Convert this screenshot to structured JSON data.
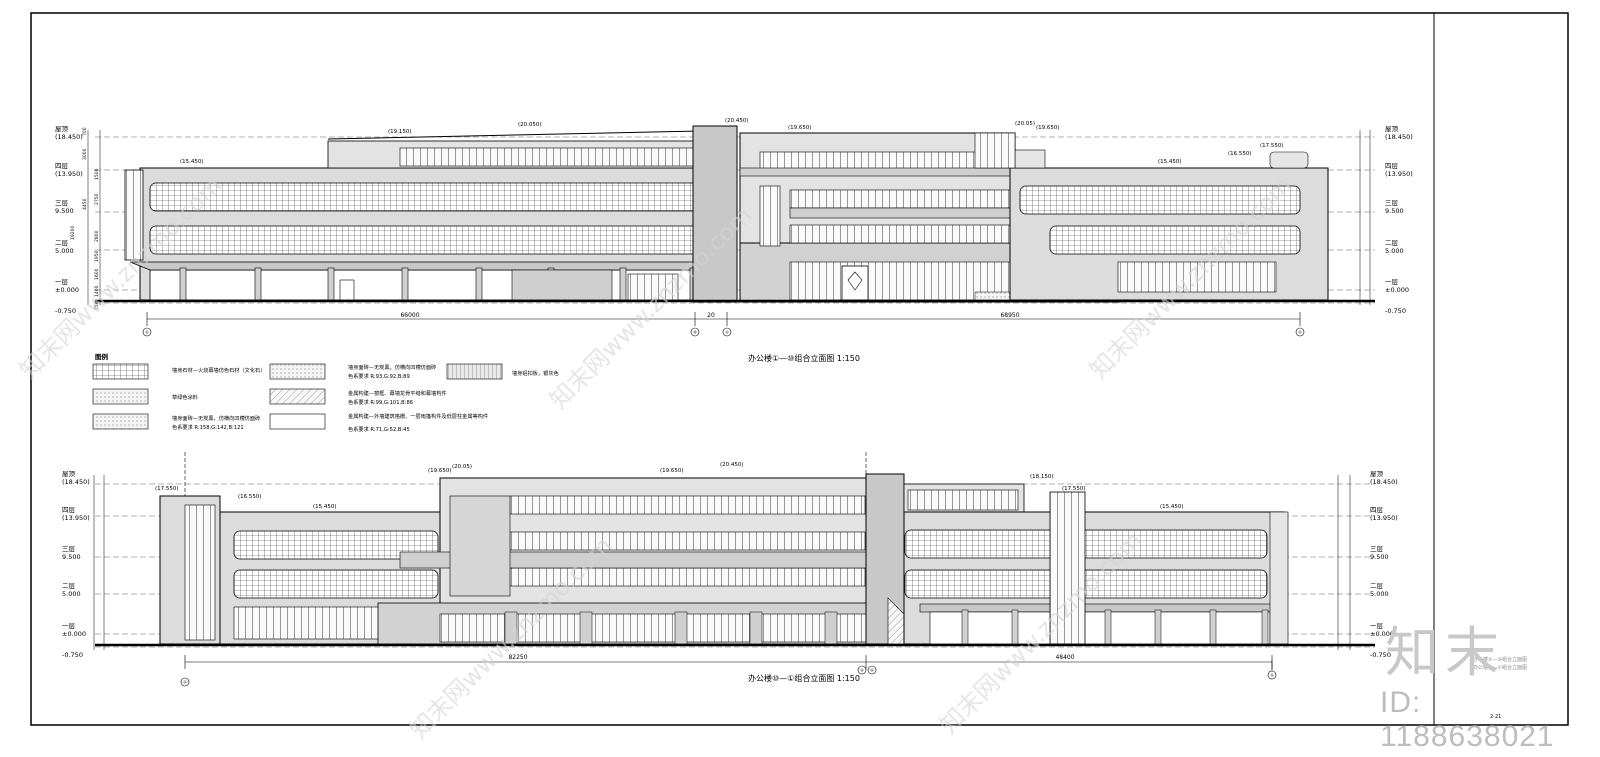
{
  "drawing": {
    "sheet_number": "2-21",
    "elevation_top": {
      "title": "办公楼①—⑩组合立面图 1:150",
      "overall_dims": [
        "66000",
        "20",
        "68950"
      ],
      "axis_labels": [
        "①",
        "⑨",
        "①",
        "①"
      ],
      "levels_left": [
        {
          "name": "屋顶",
          "elev": "(18.450)"
        },
        {
          "name": "四层",
          "elev": "(13.950)"
        },
        {
          "name": "三层",
          "elev": "9.500"
        },
        {
          "name": "二层",
          "elev": "5.000"
        },
        {
          "name": "一层",
          "elev": "±0.000"
        },
        {
          "name": "",
          "elev": "-0.750"
        }
      ],
      "levels_right": [
        {
          "name": "屋顶",
          "elev": "(18.450)"
        },
        {
          "name": "四层",
          "elev": "(13.950)"
        },
        {
          "name": "三层",
          "elev": "9.500"
        },
        {
          "name": "二层",
          "elev": "5.000"
        },
        {
          "name": "一层",
          "elev": "±0.000"
        },
        {
          "name": "",
          "elev": "-0.750"
        }
      ],
      "height_tags": [
        "(15.450)",
        "(19.150)",
        "(20.050)",
        "(20.450)",
        "(19.650)",
        "(20.05)",
        "(19.650)",
        "(16.550)",
        "(17.550)",
        "(15.450)"
      ],
      "vertical_dims": [
        "700",
        "3000",
        "1500",
        "2750",
        "4450",
        "2800",
        "1950",
        "19200",
        "1600",
        "1400",
        "750"
      ]
    },
    "elevation_bottom": {
      "title": "办公楼⑩—①组合立面图 1:150",
      "overall_dims": [
        "82250",
        "48400"
      ],
      "axis_labels": [
        "①",
        "①",
        "①",
        "①"
      ],
      "levels_left": [
        {
          "name": "屋顶",
          "elev": "(18.450)"
        },
        {
          "name": "四层",
          "elev": "(13.950)"
        },
        {
          "name": "三层",
          "elev": "9.500"
        },
        {
          "name": "二层",
          "elev": "5.000"
        },
        {
          "name": "一层",
          "elev": "±0.000"
        },
        {
          "name": "",
          "elev": "-0.750"
        }
      ],
      "levels_right": [
        {
          "name": "屋顶",
          "elev": "(18.450)"
        },
        {
          "name": "四层",
          "elev": "(13.950)"
        },
        {
          "name": "三层",
          "elev": "9.500"
        },
        {
          "name": "二层",
          "elev": "5.000"
        },
        {
          "name": "一层",
          "elev": "±0.000"
        },
        {
          "name": "",
          "elev": "-0.750"
        }
      ],
      "height_tags": [
        "(17.550)",
        "(16.550)",
        "(15.450)",
        "(19.650)",
        "(20.05)",
        "(19.650)",
        "(20.450)",
        "(18.150)",
        "(17.550)",
        "(15.450)"
      ]
    },
    "legend": {
      "title": "图例",
      "items": [
        {
          "desc": "墙身石材—火烧幕墙仿色石材（文化石）",
          "color": ""
        },
        {
          "desc": "草绿色涂料",
          "color": ""
        },
        {
          "desc": "墙身面砖—无炭黑，仿横向凹槽仿面砖",
          "color": "色系要求 R:158,G:142,B:121"
        },
        {
          "desc": "墙身面砖—无炭黑，仿横向凹槽仿面砖",
          "color": "色系要求 R:93,G:92,B:89"
        },
        {
          "desc": "金属构建—窗框、幕墙龙骨平缝和幕墙构件",
          "color": "色系要求 R:99,G:101,B:86"
        },
        {
          "desc": "金属构建—外墙建筑格栅、一层雨篷构件及低层柱金属等构件",
          "color": "色系要求 R:71,G:52,B:45"
        },
        {
          "desc": "墙身铝扣板，银灰色",
          "color": ""
        }
      ]
    }
  },
  "watermark": {
    "id": "ID: 1188638021",
    "logo": "知末",
    "logo_sub": [
      "办公楼②—⑩组合立面图",
      "办公楼⑩—①组合立面图"
    ],
    "text": "知末网www.znzmo.com"
  }
}
